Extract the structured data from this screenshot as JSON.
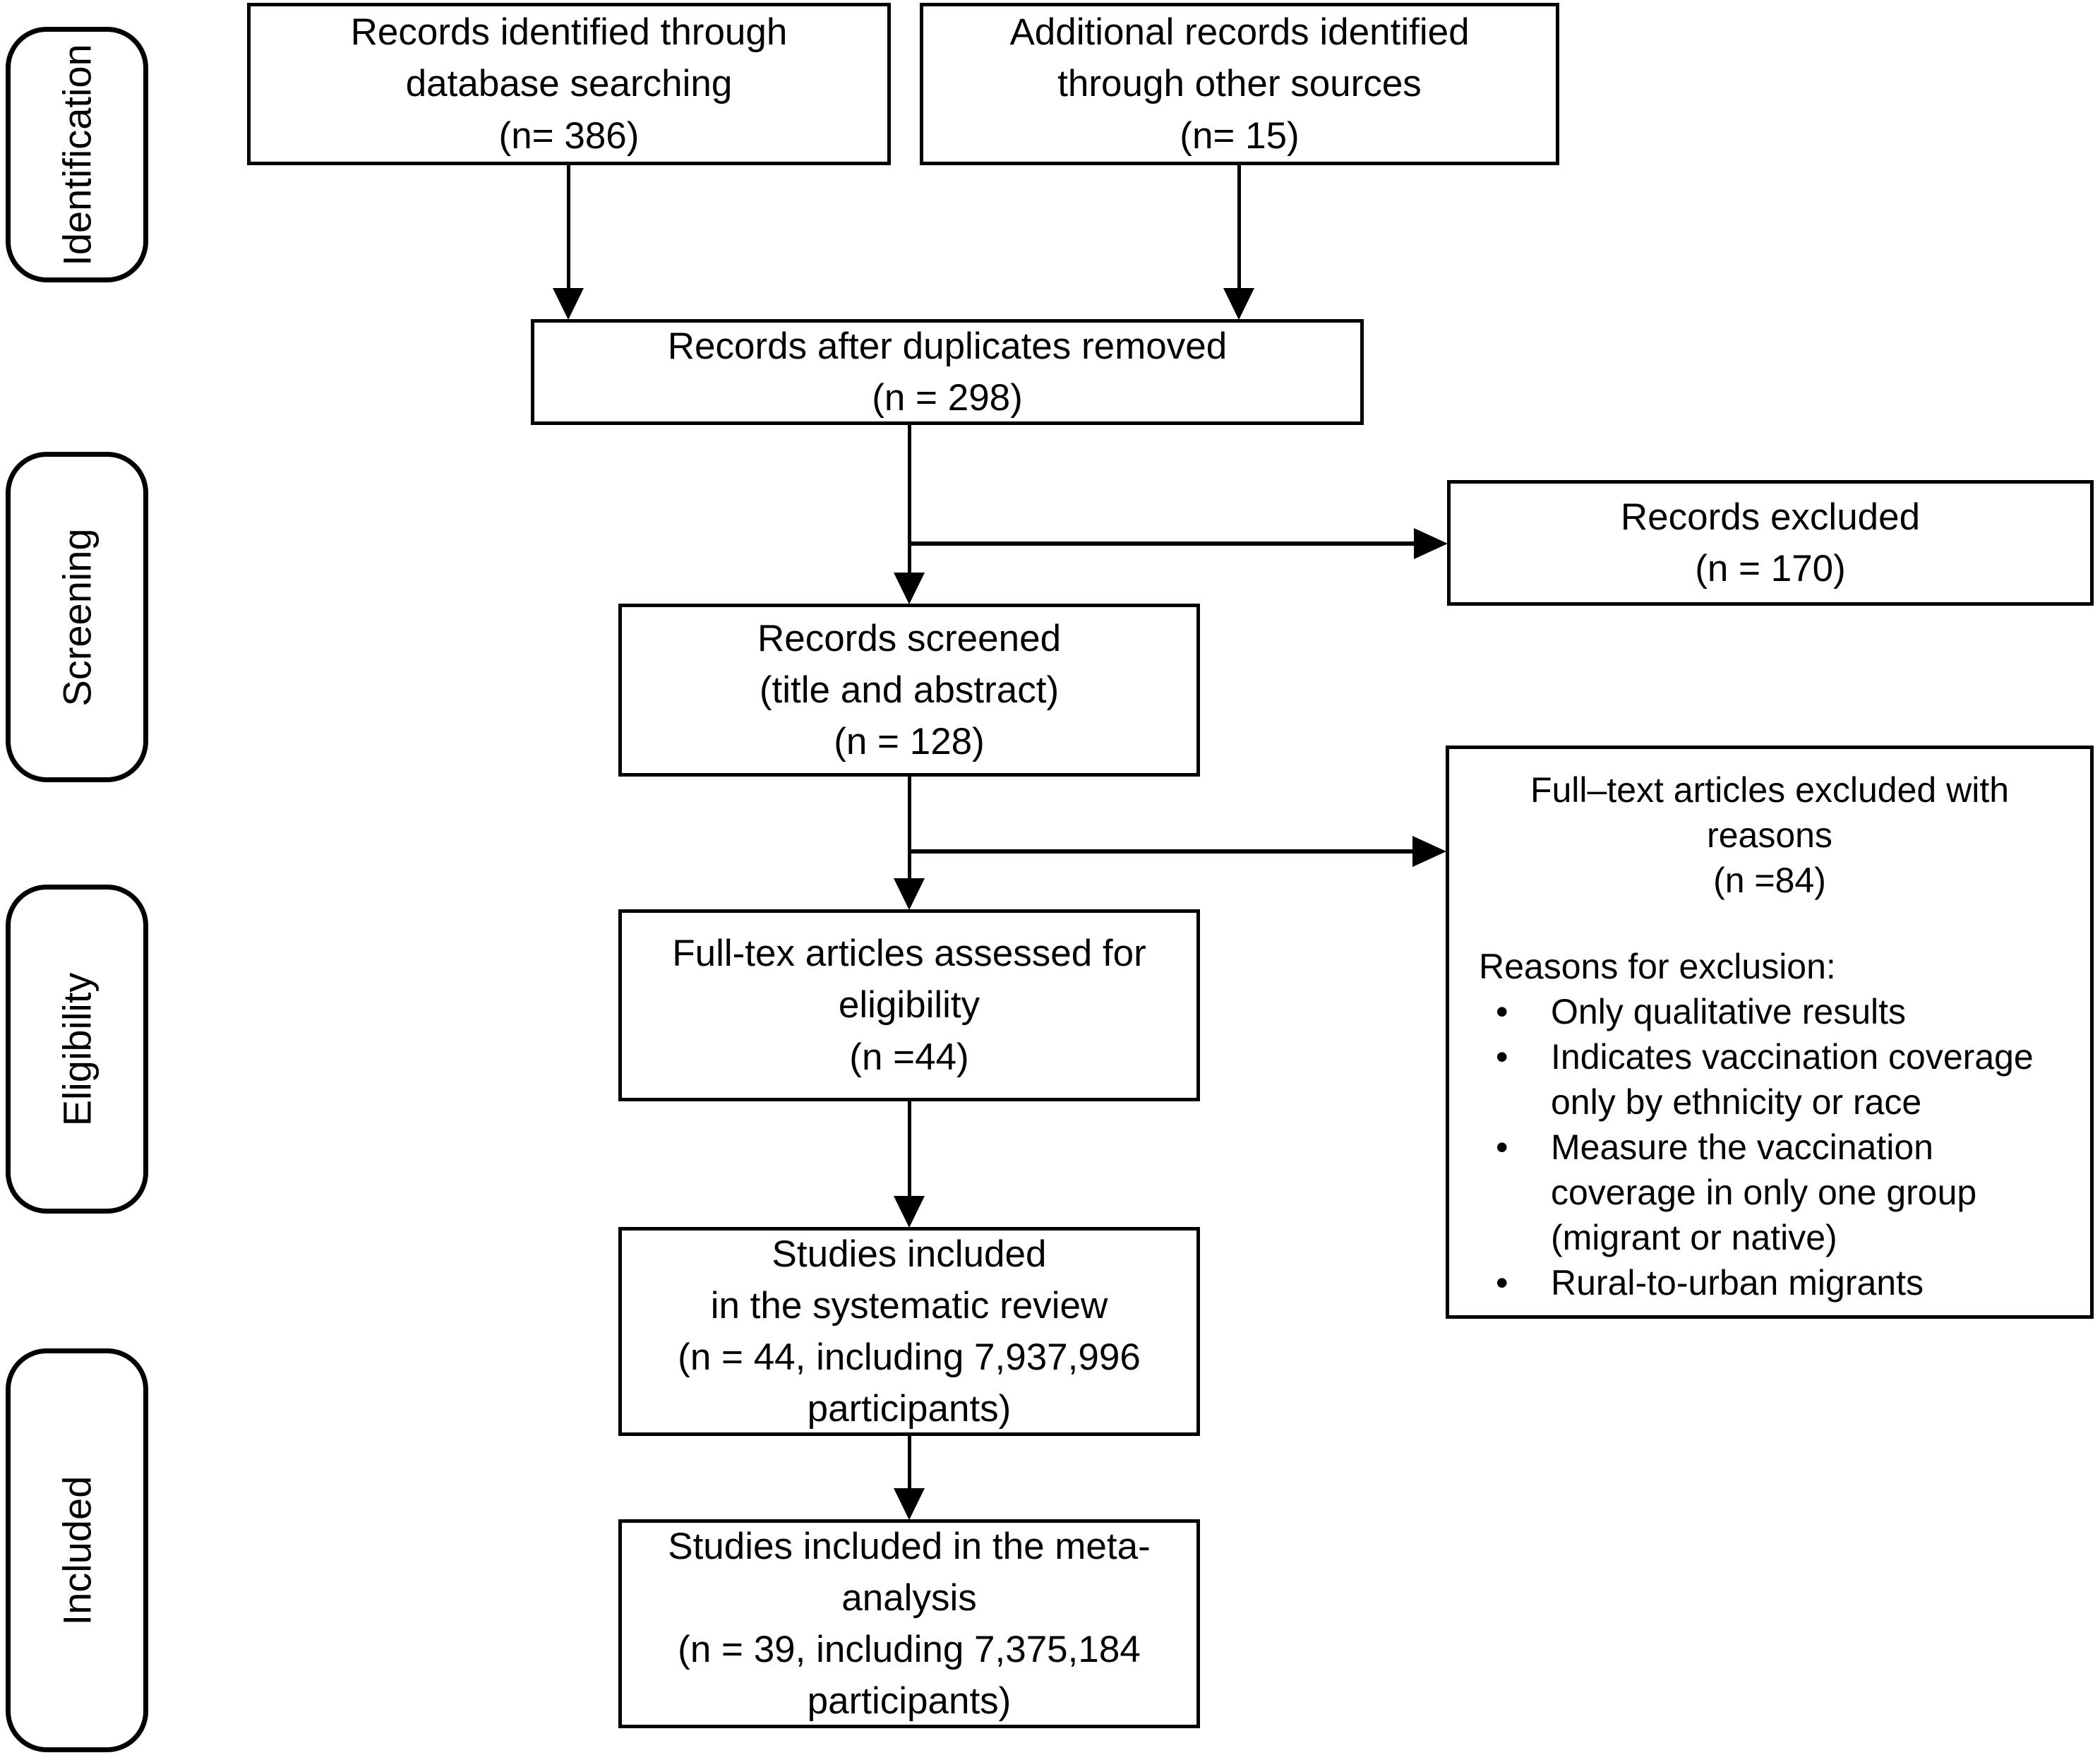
{
  "figure": {
    "type": "prisma-flow-diagram",
    "background": "#ffffff",
    "line_color": "#000000"
  },
  "stages": [
    {
      "label": "Identification"
    },
    {
      "label": "Screening"
    },
    {
      "label": "Eligibility"
    },
    {
      "label": "Included"
    }
  ],
  "boxes": {
    "identified": {
      "lines": [
        "Records identified through",
        "database searching",
        "(n= 386)"
      ]
    },
    "additional": {
      "lines": [
        "Additional records identified",
        "through other sources",
        "(n= 15)"
      ]
    },
    "dedup": {
      "lines": [
        "Records after duplicates removed",
        "(n = 298)"
      ]
    },
    "records_excluded": {
      "lines": [
        "Records excluded",
        "(n = 170)"
      ]
    },
    "screened": {
      "lines": [
        "Records screened",
        "(title and abstract)",
        "(n = 128)"
      ]
    },
    "assessed": {
      "lines": [
        "Full-tex articles assessed for",
        "eligibility",
        "(n =44)"
      ]
    },
    "systematic_review": {
      "lines": [
        "Studies included",
        "in the systematic review",
        "(n = 44, including 7,937,996",
        "participants)"
      ]
    },
    "meta_analysis": {
      "lines": [
        "Studies included in the meta-",
        "analysis",
        "(n = 39, including 7,375,184",
        "participants)"
      ]
    },
    "fulltext_excluded": {
      "title_lines": [
        "Full–text articles excluded with",
        "reasons",
        "(n =84)"
      ],
      "heading": "Reasons for exclusion:",
      "bullet_glyph": "•",
      "reasons": [
        "Only qualitative results",
        "Indicates vaccination coverage only by ethnicity or race",
        "Measure the vaccination coverage in only one group (migrant or native)",
        "Rural-to-urban migrants"
      ]
    }
  }
}
